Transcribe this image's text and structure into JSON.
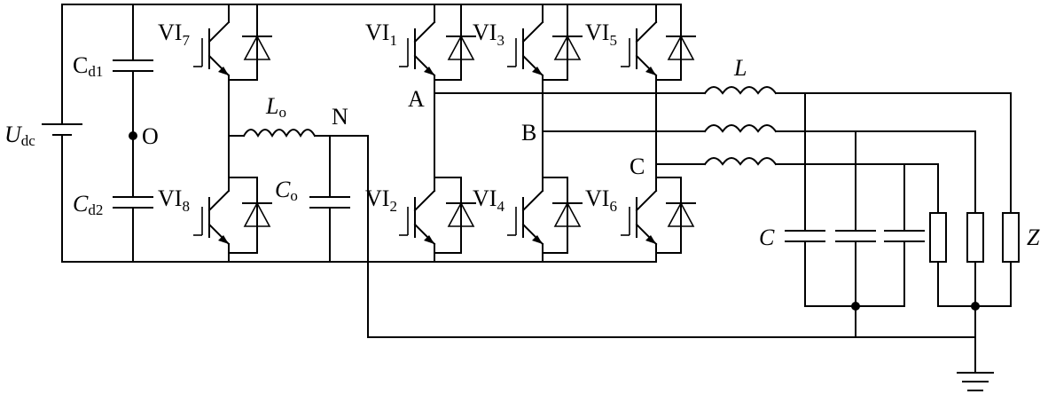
{
  "labels": {
    "udc": "U",
    "udc_sub": "dc",
    "cd1": "C",
    "cd1_sub": "d1",
    "cd2": "C",
    "cd2_sub": "d2",
    "o": "O",
    "lo": "L",
    "lo_sub": "o",
    "co": "C",
    "co_sub": "o",
    "n": "N",
    "a": "A",
    "b": "B",
    "c_node": "C",
    "l": "L",
    "c_filter": "C",
    "z": "Z",
    "vi": "VI",
    "vi1_sub": "1",
    "vi2_sub": "2",
    "vi3_sub": "3",
    "vi4_sub": "4",
    "vi5_sub": "5",
    "vi6_sub": "6",
    "vi7_sub": "7",
    "vi8_sub": "8"
  }
}
